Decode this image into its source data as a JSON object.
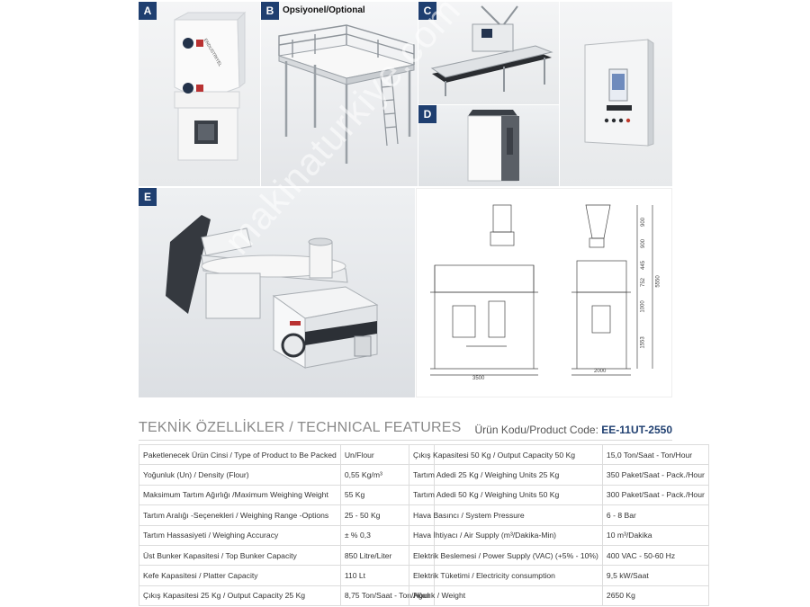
{
  "panels": {
    "a": {
      "label": "A",
      "brand": "ENDUSTRIYEL"
    },
    "b": {
      "label": "B",
      "optional_text": "Opsiyonel/Optional"
    },
    "c": {
      "label": "C"
    },
    "d": {
      "label": "D"
    },
    "e": {
      "label": "E"
    }
  },
  "drawing": {
    "dims_front": [
      "3500"
    ],
    "dims_side": [
      "2000",
      "900",
      "900",
      "445",
      "752",
      "1000",
      "1553",
      "5550"
    ]
  },
  "watermark": "makinaturkiye.com",
  "section": {
    "title": "TEKNİK ÖZELLİKLER /  TECHNICAL FEATURES",
    "product_code_label": "Ürün Kodu/Product Code:",
    "product_code": "EE-11UT-2550"
  },
  "specs_left": [
    {
      "k": "Paketlenecek Ürün Cinsi / Type of Product to Be Packed",
      "v": "Un/Flour"
    },
    {
      "k": "Yoğunluk (Un) / Density (Flour)",
      "v": "0,55 Kg/m³"
    },
    {
      "k": "Maksimum Tartım Ağırlığı /Maximum Weighing Weight",
      "v": "55 Kg"
    },
    {
      "k": "Tartım Aralığı -Seçenekleri / Weighing Range -Options",
      "v": "25 - 50 Kg"
    },
    {
      "k": "Tartım Hassasiyeti / Weighing Accuracy",
      "v": "± % 0,3"
    },
    {
      "k": "Üst Bunker Kapasitesi / Top Bunker Capacity",
      "v": "850 Litre/Liter"
    },
    {
      "k": "Kefe Kapasitesi  / Platter Capacity",
      "v": "110 Lt"
    },
    {
      "k": "Çıkış Kapasitesi  25 Kg / Output Capacity 25 Kg",
      "v": "8,75 Ton/Saat - Ton/Hour"
    }
  ],
  "specs_right": [
    {
      "k": "Çıkış Kapasitesi  50 Kg / Output Capacity 50 Kg",
      "v": "15,0 Ton/Saat - Ton/Hour"
    },
    {
      "k": "Tartım Adedi 25 Kg / Weighing Units 25 Kg",
      "v": "350 Paket/Saat - Pack./Hour"
    },
    {
      "k": "Tartım Adedi 50 Kg / Weighing Units 50 Kg",
      "v": "300 Paket/Saat - Pack./Hour"
    },
    {
      "k": "Hava Basıncı / System Pressure",
      "v": "6 - 8 Bar"
    },
    {
      "k": "Hava İhtiyacı / Air Supply (m³/Dakika-Min)",
      "v": "10 m³/Dakika"
    },
    {
      "k": "Elektrik Beslemesi / Power Supply (VAC) (+5%  - 10%)",
      "v": "400 VAC - 50-60 Hz"
    },
    {
      "k": "Elektrik Tüketimi  / Electricity consumption",
      "v": "9,5 kW/Saat"
    },
    {
      "k": "Ağırlık / Weight",
      "v": "2650 Kg"
    }
  ]
}
